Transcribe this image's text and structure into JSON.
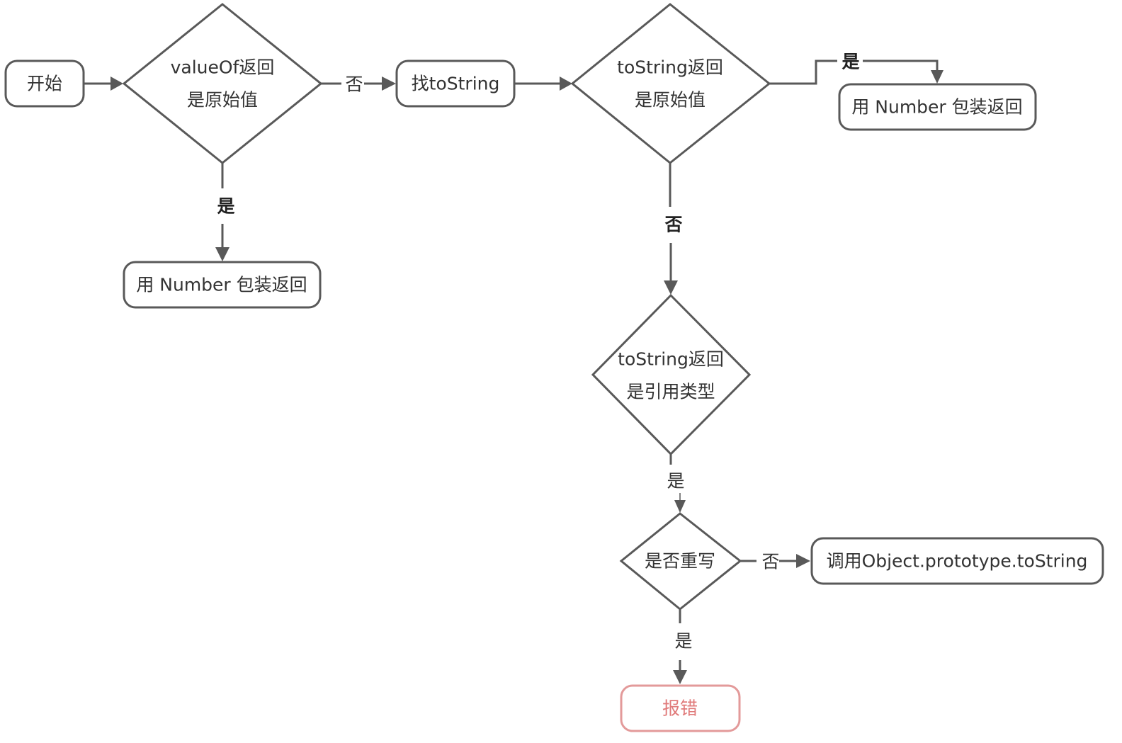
{
  "diagram": {
    "type": "flowchart",
    "colors": {
      "stroke": "#595959",
      "text": "#333333",
      "error_stroke": "#e39a9a",
      "error_text": "#e07a7a",
      "background": "#ffffff"
    },
    "nodes": {
      "start": {
        "shape": "rounded-rect",
        "lines": [
          "开始"
        ]
      },
      "d1": {
        "shape": "diamond",
        "lines": [
          "valueOf返回",
          "是原始值"
        ]
      },
      "r1": {
        "shape": "rounded-rect",
        "lines": [
          "用 Number 包装返回"
        ]
      },
      "find": {
        "shape": "rounded-rect",
        "lines": [
          "找toString"
        ]
      },
      "d2": {
        "shape": "diamond",
        "lines": [
          "toString返回",
          "是原始值"
        ]
      },
      "r2": {
        "shape": "rounded-rect",
        "lines": [
          "用 Number 包装返回"
        ]
      },
      "d3": {
        "shape": "diamond",
        "lines": [
          "toString返回",
          "是引用类型"
        ]
      },
      "d4": {
        "shape": "diamond",
        "lines": [
          "是否重写"
        ]
      },
      "obj": {
        "shape": "rounded-rect",
        "lines": [
          "调用Object.prototype.toString"
        ]
      },
      "err": {
        "shape": "rounded-rect",
        "lines": [
          "报错"
        ],
        "style": "error"
      }
    },
    "edges": [
      {
        "from": "start",
        "to": "d1",
        "label": ""
      },
      {
        "from": "d1",
        "to": "r1",
        "label": "是",
        "bold": true
      },
      {
        "from": "d1",
        "to": "find",
        "label": "否",
        "bold": false
      },
      {
        "from": "find",
        "to": "d2",
        "label": ""
      },
      {
        "from": "d2",
        "to": "r2",
        "label": "是",
        "bold": true
      },
      {
        "from": "d2",
        "to": "d3",
        "label": "否",
        "bold": true
      },
      {
        "from": "d3",
        "to": "d4",
        "label": "是",
        "bold": false
      },
      {
        "from": "d4",
        "to": "obj",
        "label": "否",
        "bold": false
      },
      {
        "from": "d4",
        "to": "err",
        "label": "是",
        "bold": false
      }
    ]
  }
}
